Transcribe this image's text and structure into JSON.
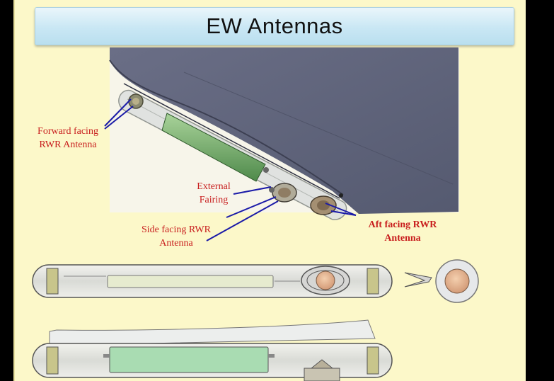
{
  "slide": {
    "title": "EW Antennas",
    "labels": {
      "forward_line1": "Forward facing",
      "forward_line2": "RWR Antenna",
      "fairing_line1": "External",
      "fairing_line2": "Fairing",
      "side_line1": "Side facing RWR",
      "side_line2": "Antenna",
      "aft_line1": "Aft facing RWR",
      "aft_line2": "Antenna"
    }
  },
  "colors": {
    "background": "#fcf8c9",
    "label_red": "#c81e1e",
    "leader_blue": "#1a1aa8",
    "wing_gray": "#5d6178"
  }
}
